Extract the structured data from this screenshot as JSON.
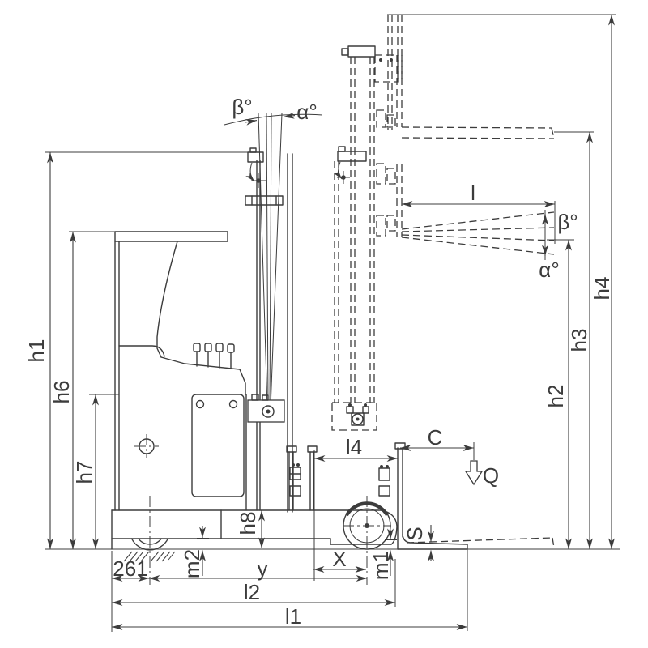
{
  "diagram": {
    "type": "technical-dimension-drawing",
    "subject": "reach-truck-side-view",
    "colors": {
      "line": "#3c3c3c",
      "background": "#ffffff"
    },
    "labels": {
      "h1": "h1",
      "h2": "h2",
      "h3": "h3",
      "h4": "h4",
      "h6": "h6",
      "h7": "h7",
      "h8": "h8",
      "l1": "l1",
      "l2": "l2",
      "l4": "l4",
      "l": "l",
      "y": "y",
      "x": "X",
      "c": "C",
      "q": "Q",
      "s": "S",
      "m1": "m1",
      "m2": "m2",
      "fixed_dim": "261",
      "alpha": "α°",
      "beta": "β°"
    }
  }
}
